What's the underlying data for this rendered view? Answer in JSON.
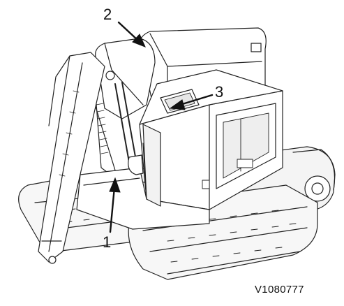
{
  "callouts": [
    {
      "id": "1",
      "label": "1"
    },
    {
      "id": "2",
      "label": "2"
    },
    {
      "id": "3",
      "label": "3"
    }
  ],
  "reference_code": "V1080777",
  "colors": {
    "line": "#222222",
    "fill": "#ffffff",
    "shade": "#d9d9d9"
  }
}
